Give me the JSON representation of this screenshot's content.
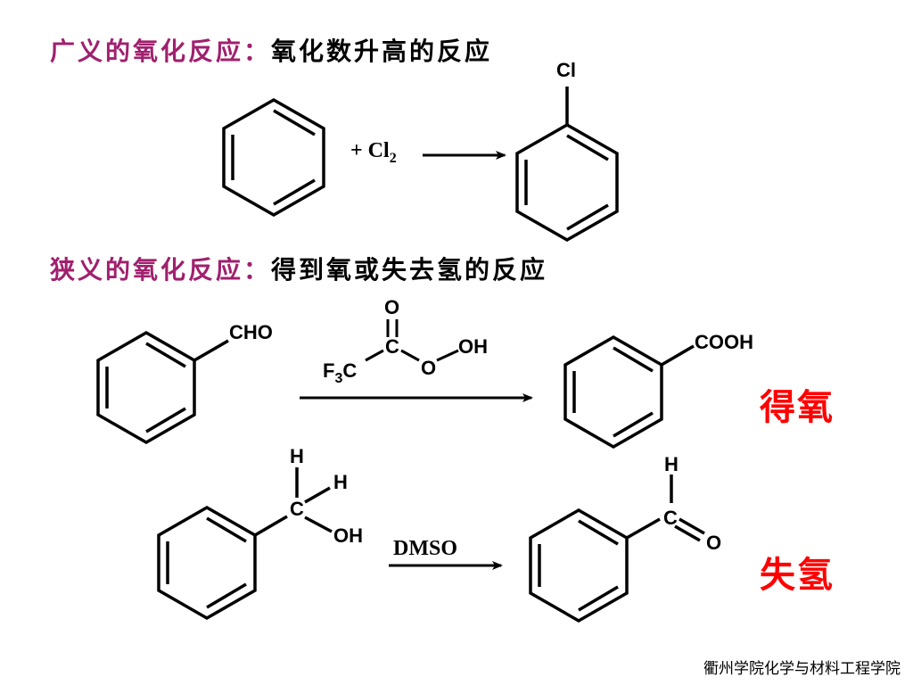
{
  "headings": {
    "broad": {
      "label": "广义的氧化反应：",
      "desc": "氧化数升高的反应"
    },
    "narrow": {
      "label": "狭义的氧化反应：",
      "desc": "得到氧或失去氢的反应"
    }
  },
  "reaction1": {
    "reagent_prefix": "+ Cl",
    "reagent_subscript": "2",
    "product_substituent": "Cl"
  },
  "reaction2": {
    "reactant_group": "CHO",
    "product_group": "COOH",
    "reagent": {
      "O_top": "O",
      "C": "C",
      "O_bridge": "O",
      "OH": "OH",
      "F": "F",
      "F_sub": "3",
      "C2": "C"
    },
    "tag": "得氧"
  },
  "reaction3": {
    "reactant": {
      "H_top": "H",
      "H_right": "H",
      "C": "C",
      "OH": "OH"
    },
    "reagent": "DMSO",
    "product": {
      "H": "H",
      "C": "C",
      "O": "O"
    },
    "tag": "失氢"
  },
  "footer": "衢州学院化学与材料工程学院",
  "colors": {
    "heading_label": "#a0206e",
    "tag": "#ff0000"
  }
}
